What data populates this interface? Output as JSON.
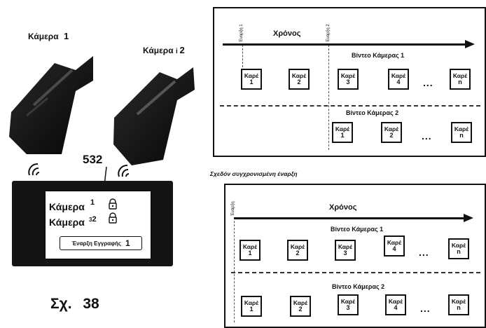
{
  "cameras": {
    "camera1_label": "Κάμερα",
    "camera1_num": "1",
    "camera2_label": "Κάμερα",
    "camera2_num": "2"
  },
  "reference_number": "532",
  "phone": {
    "row1_label": "Κάμερα",
    "row1_num": "1",
    "row2_label": "Κάμερα",
    "row2_num": "2",
    "button_label": "Έναρξη Εγγραφής",
    "button_num": "1"
  },
  "figure_label": "Σχ.",
  "figure_number": "38",
  "top_panel": {
    "start_label_1": "Έναρξη 1",
    "start_label_2": "Έναρξη 2",
    "time_label": "Χρόνος",
    "video1_label": "Βίντεο Κάμερας 1",
    "video2_label": "Βίντεο Κάμερας 2",
    "row1_frames": [
      {
        "text": "Καρέ",
        "index": "1"
      },
      {
        "text": "Καρέ",
        "index": "2"
      },
      {
        "text": "Καρέ",
        "index": "3"
      },
      {
        "text": "Καρέ",
        "index": "4"
      },
      {
        "text": "Καρέ",
        "index": "n"
      }
    ],
    "row2_frames": [
      {
        "text": "Καρέ",
        "index": "1"
      },
      {
        "text": "Καρέ",
        "index": "2"
      },
      {
        "text": "Καρέ",
        "index": "n"
      }
    ],
    "ellipsis": "..."
  },
  "sync_caption": "Σχεδόν συγχρονισμένη έναρξη",
  "bottom_panel": {
    "start_label": "Έναρξη",
    "time_label": "Χρόνος",
    "video1_label": "Βίντεο Κάμερας 1",
    "video2_label": "Βίντεο Κάμερας 2",
    "row1_frames": [
      {
        "text": "Καρέ",
        "index": "1"
      },
      {
        "text": "Καρέ",
        "index": "2"
      },
      {
        "text": "Καρέ",
        "index": "3"
      },
      {
        "text": "Καρέ",
        "index": "4"
      },
      {
        "text": "Καρέ",
        "index": "n"
      }
    ],
    "row2_frames": [
      {
        "text": "Καρέ",
        "index": "1"
      },
      {
        "text": "Καρέ",
        "index": "2"
      },
      {
        "text": "Καρέ",
        "index": "3"
      },
      {
        "text": "Καρέ",
        "index": "4"
      },
      {
        "text": "Καρέ",
        "index": "n"
      }
    ],
    "ellipsis": "..."
  }
}
